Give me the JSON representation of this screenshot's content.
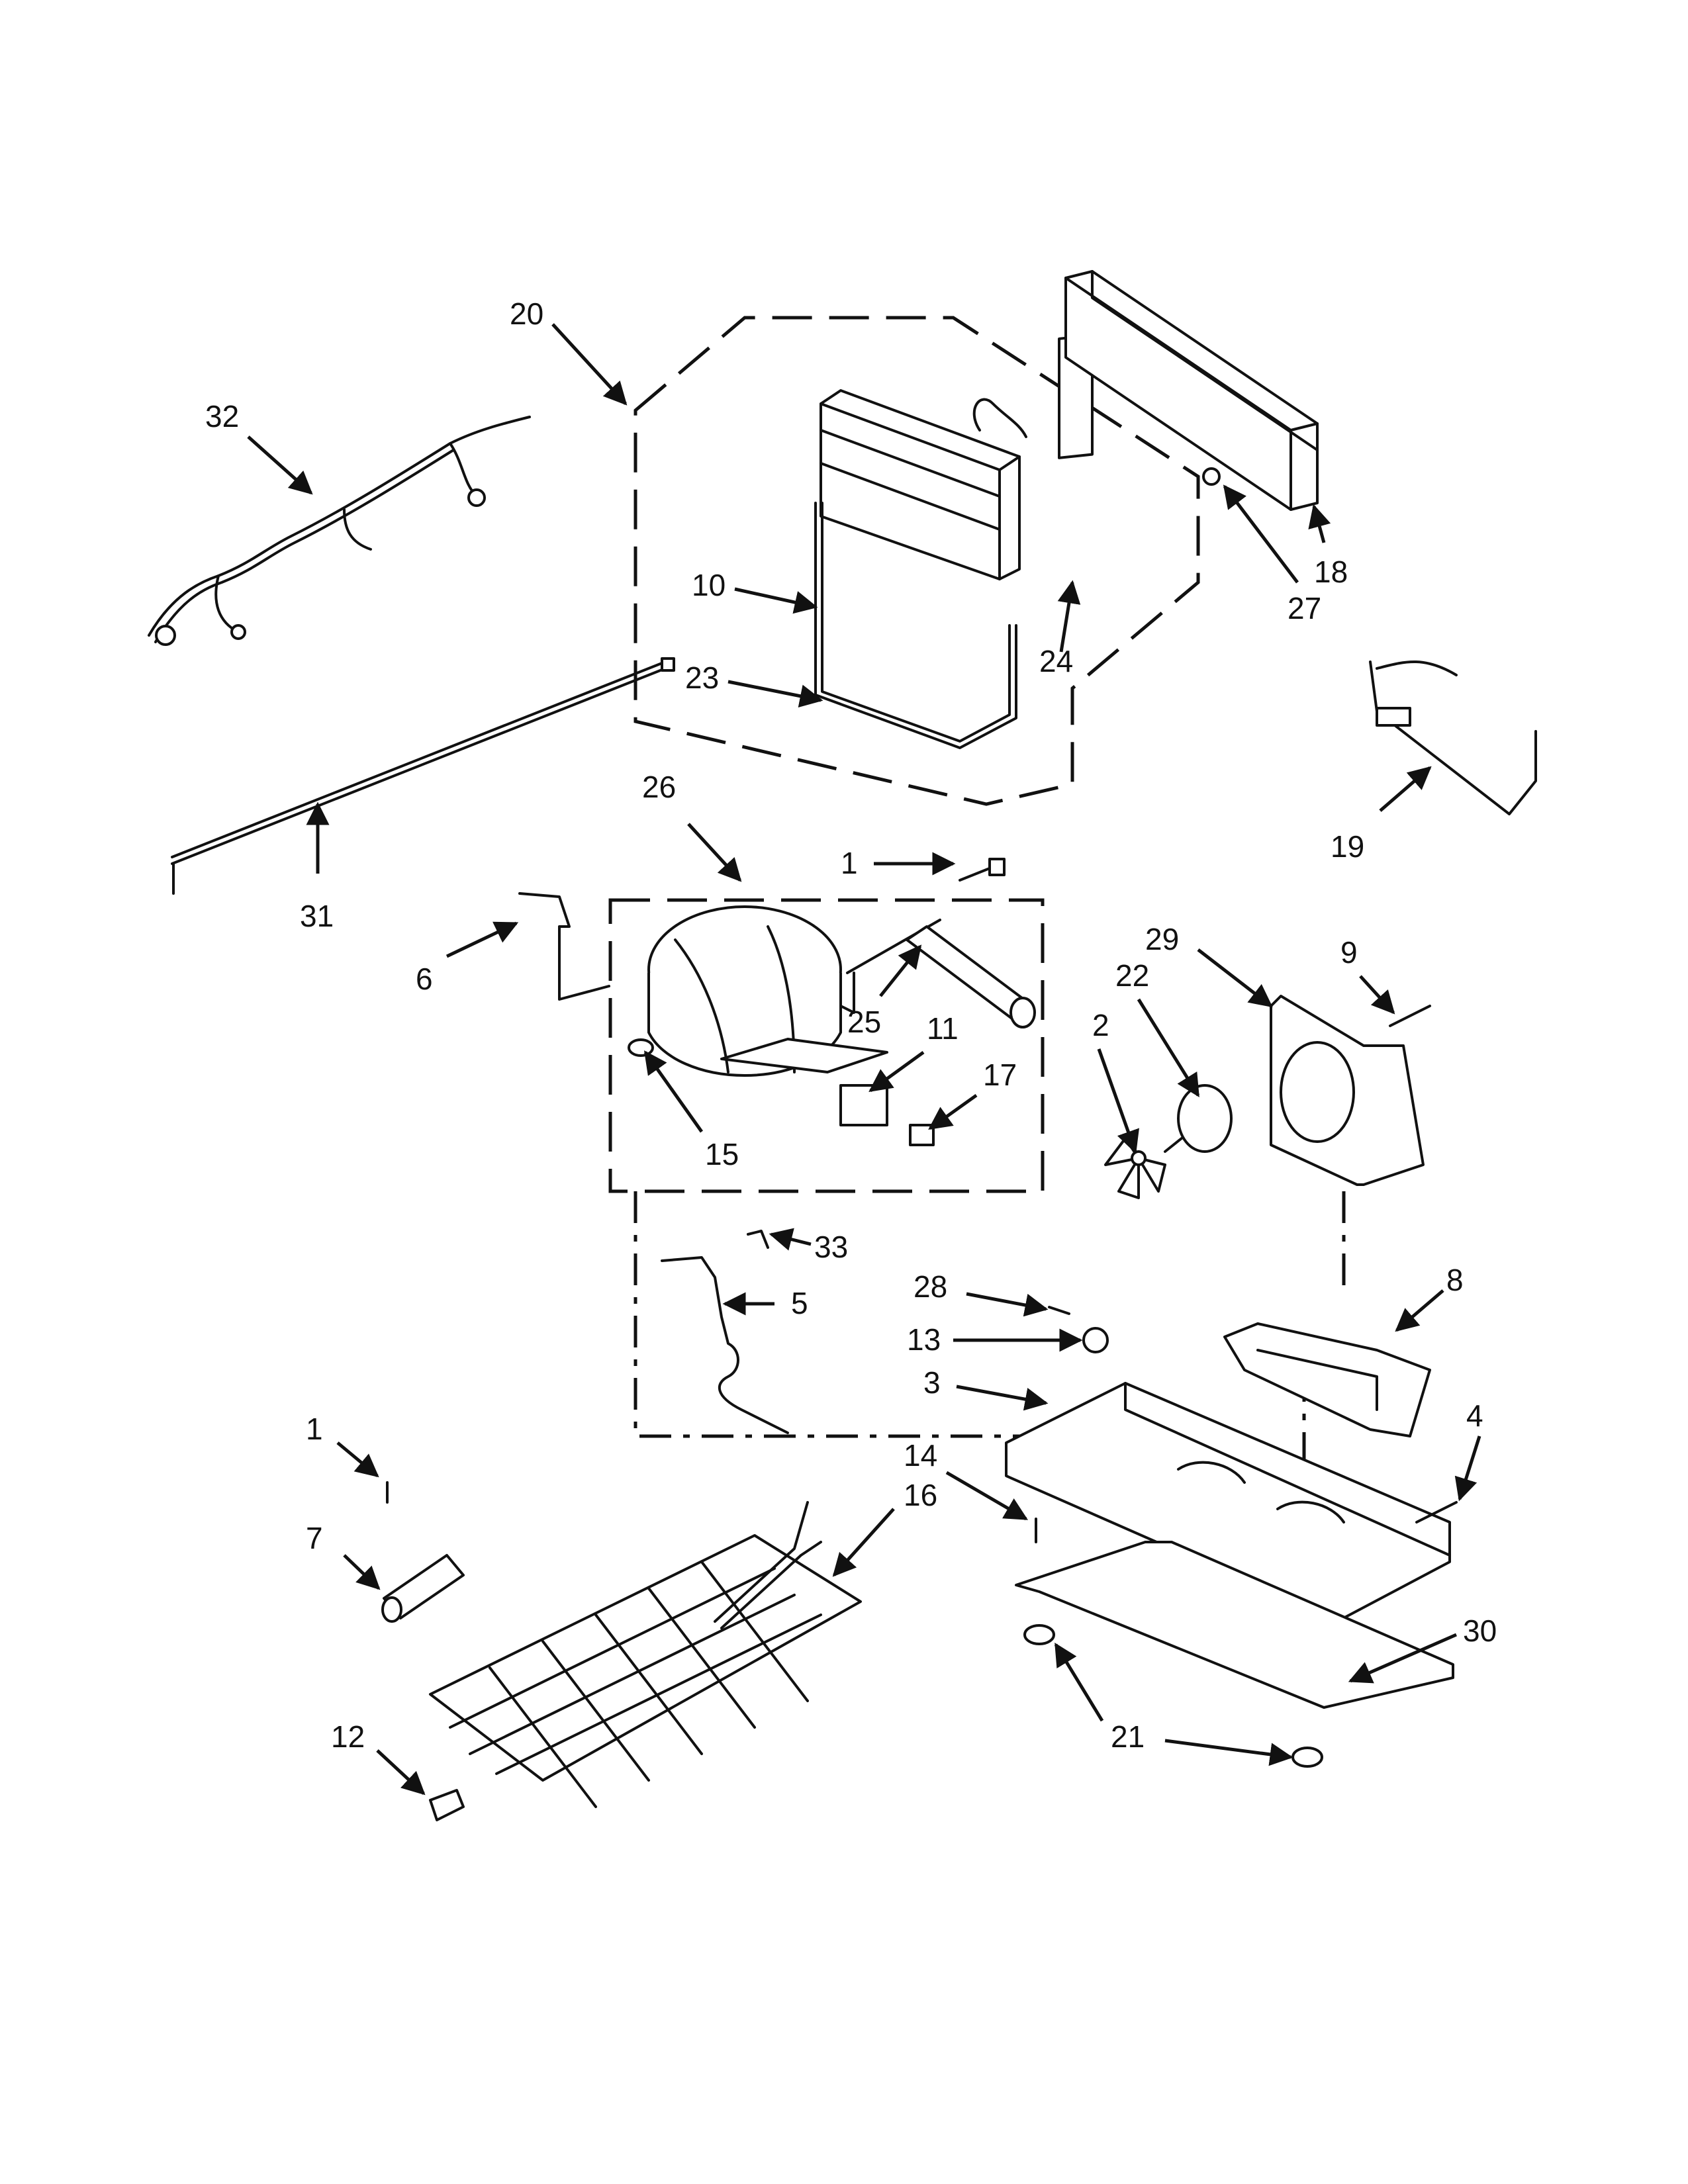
{
  "colors": {
    "ink": "#111111",
    "paper": "#ffffff"
  },
  "callouts": [
    {
      "id": "c32",
      "label": "32"
    },
    {
      "id": "c20",
      "label": "20"
    },
    {
      "id": "c10",
      "label": "10"
    },
    {
      "id": "c23",
      "label": "23"
    },
    {
      "id": "c24",
      "label": "24"
    },
    {
      "id": "c27",
      "label": "27"
    },
    {
      "id": "c18",
      "label": "18"
    },
    {
      "id": "c19",
      "label": "19"
    },
    {
      "id": "c31",
      "label": "31"
    },
    {
      "id": "c26",
      "label": "26"
    },
    {
      "id": "c1a",
      "label": "1"
    },
    {
      "id": "c6",
      "label": "6"
    },
    {
      "id": "c25",
      "label": "25"
    },
    {
      "id": "c11",
      "label": "11"
    },
    {
      "id": "c17",
      "label": "17"
    },
    {
      "id": "c15",
      "label": "15"
    },
    {
      "id": "c29",
      "label": "29"
    },
    {
      "id": "c9",
      "label": "9"
    },
    {
      "id": "c22",
      "label": "22"
    },
    {
      "id": "c2",
      "label": "2"
    },
    {
      "id": "c33",
      "label": "33"
    },
    {
      "id": "c5",
      "label": "5"
    },
    {
      "id": "c28",
      "label": "28"
    },
    {
      "id": "c13",
      "label": "13"
    },
    {
      "id": "c8",
      "label": "8"
    },
    {
      "id": "c3",
      "label": "3"
    },
    {
      "id": "c4",
      "label": "4"
    },
    {
      "id": "c1b",
      "label": "1"
    },
    {
      "id": "c14",
      "label": "14"
    },
    {
      "id": "c16",
      "label": "16"
    },
    {
      "id": "c7",
      "label": "7"
    },
    {
      "id": "c30",
      "label": "30"
    },
    {
      "id": "c21",
      "label": "21"
    },
    {
      "id": "c12",
      "label": "12"
    }
  ]
}
